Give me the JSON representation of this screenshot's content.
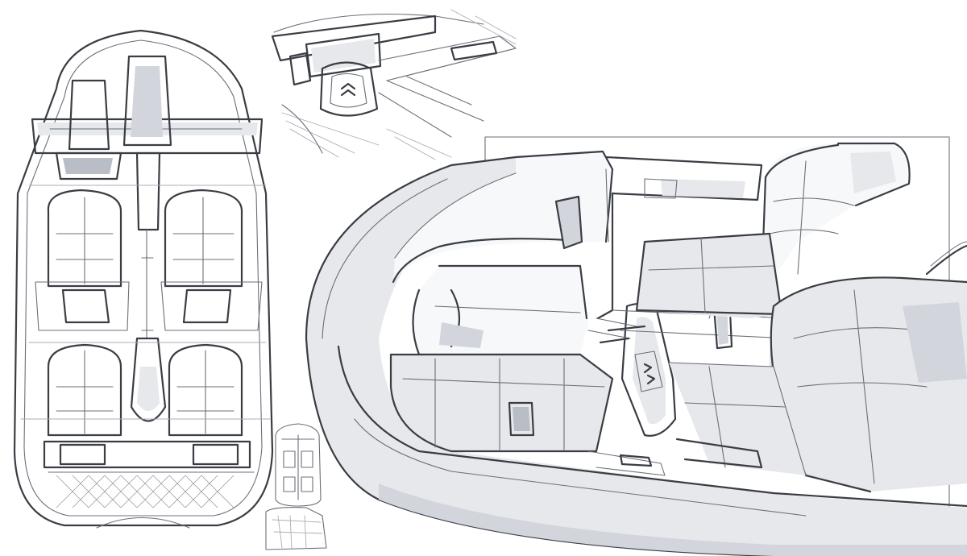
{
  "artwork": {
    "subject": "car-interior-sketch",
    "palette": {
      "paper": "#ffffff",
      "ink": "#3a3d44",
      "shade_light": "#e6e8ec",
      "shade_mid": "#d2d5db",
      "shade_dark": "#b9bdc5"
    },
    "views": [
      {
        "id": "plan-view",
        "kind": "top-down-cabin"
      },
      {
        "id": "dashboard-view",
        "kind": "perspective-dashboard"
      },
      {
        "id": "thumbnail-view",
        "kind": "small-plan-thumbnails"
      },
      {
        "id": "lounge-view",
        "kind": "three-quarter-cabin-render"
      }
    ]
  }
}
